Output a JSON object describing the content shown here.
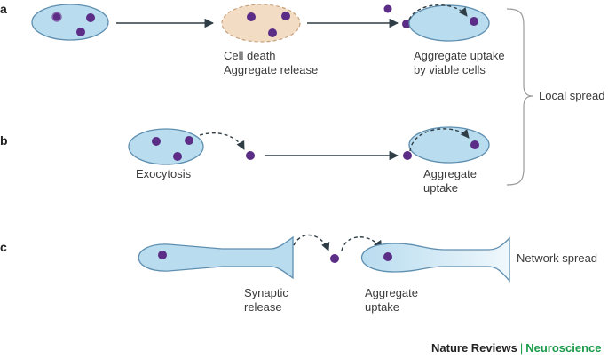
{
  "panels": {
    "a": {
      "letter": "a",
      "labels": {
        "cell_death": [
          "Cell death",
          "Aggregate release"
        ],
        "uptake": [
          "Aggregate uptake",
          "by viable cells"
        ]
      }
    },
    "b": {
      "letter": "b",
      "labels": {
        "exocytosis": [
          "Exocytosis"
        ],
        "uptake": [
          "Aggregate",
          "uptake"
        ]
      }
    },
    "c": {
      "letter": "c",
      "labels": {
        "synaptic": [
          "Synaptic",
          "release"
        ],
        "uptake": [
          "Aggregate",
          "uptake"
        ]
      }
    }
  },
  "brackets": {
    "local_spread": "Local spread",
    "network_spread": "Network spread"
  },
  "footer": {
    "journal": "Nature Reviews",
    "separator": "|",
    "section": "Neuroscience"
  },
  "colors": {
    "cell_fill": "#b9dcef",
    "cell_stroke": "#5f8fb0",
    "dying_fill": "#f2dcc4",
    "dying_stroke": "#c7a27e",
    "aggregate": "#5b2d86",
    "arrow": "#2f3e46",
    "bracket": "#9a9a9a",
    "brand_green": "#1a9a4a"
  }
}
